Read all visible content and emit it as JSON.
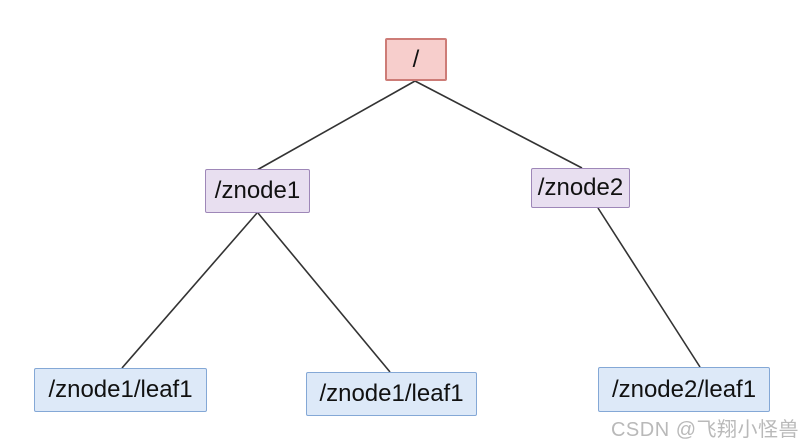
{
  "diagram": {
    "type": "tree",
    "description": "ZooKeeper znode hierarchy tree",
    "nodes": [
      {
        "id": "root",
        "label": "/",
        "level": 0,
        "style": "root"
      },
      {
        "id": "znode1",
        "label": "/znode1",
        "level": 1,
        "style": "branch"
      },
      {
        "id": "znode2",
        "label": "/znode2",
        "level": 1,
        "style": "branch"
      },
      {
        "id": "leaf1a",
        "label": "/znode1/leaf1",
        "level": 2,
        "style": "leaf"
      },
      {
        "id": "leaf1b",
        "label": "/znode1/leaf1",
        "level": 2,
        "style": "leaf"
      },
      {
        "id": "leaf2a",
        "label": "/znode2/leaf1",
        "level": 2,
        "style": "leaf"
      }
    ],
    "edges": [
      {
        "from": "root",
        "to": "znode1"
      },
      {
        "from": "root",
        "to": "znode2"
      },
      {
        "from": "znode1",
        "to": "leaf1a"
      },
      {
        "from": "znode1",
        "to": "leaf1b"
      },
      {
        "from": "znode2",
        "to": "leaf2a"
      }
    ],
    "colors": {
      "root_fill": "#f7cecc",
      "root_border": "#cd7c77",
      "branch_fill": "#e8dff0",
      "branch_border": "#9e87b8",
      "leaf_fill": "#dde9f8",
      "leaf_border": "#84a8d6",
      "edge_line": "#333333",
      "text": "#111111",
      "background": "#ffffff"
    }
  },
  "watermark": {
    "text": "CSDN @飞翔小怪兽",
    "color": "#b9b9b9"
  }
}
